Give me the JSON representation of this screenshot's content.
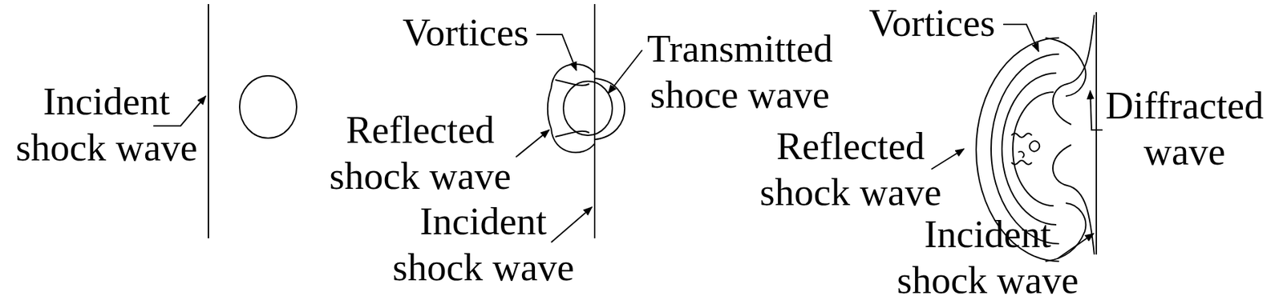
{
  "diagram": {
    "labels": [
      "Incident shock wave",
      "Vortices",
      "Transmitted shoce wave",
      "Reflected shock wave",
      "Incident shock wave",
      "Vortices",
      "Diffracted wave",
      "Reflected shock wave",
      "Incident shock wave"
    ]
  }
}
